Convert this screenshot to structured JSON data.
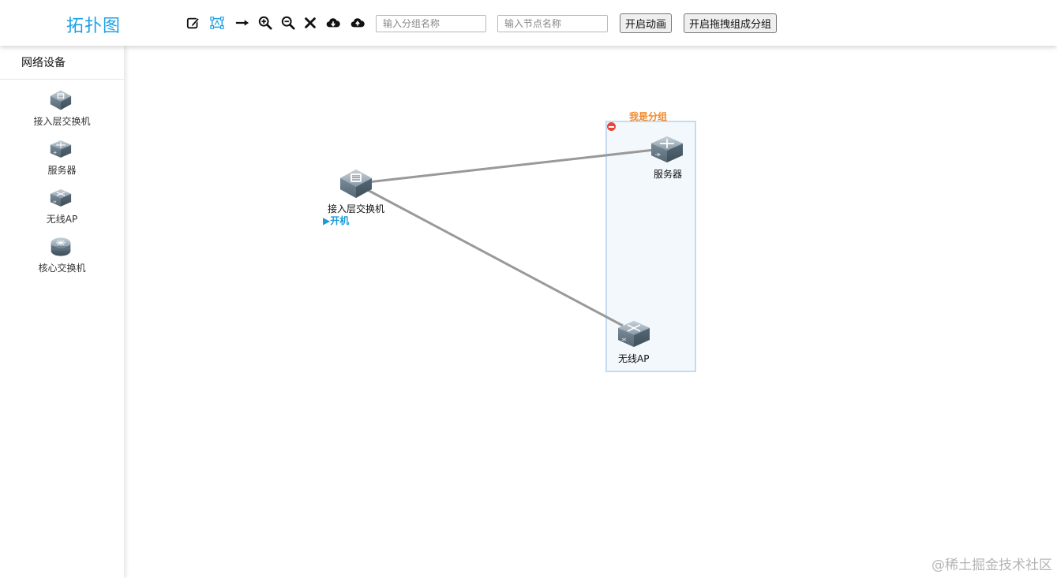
{
  "header": {
    "title": "拓扑图",
    "toolbar_icons": [
      "edit-icon",
      "select-frame-icon",
      "arrow-line-icon",
      "zoom-in-icon",
      "zoom-out-icon",
      "delete-icon",
      "cloud-download-icon",
      "cloud-upload-icon"
    ],
    "group_name_placeholder": "输入分组名称",
    "node_name_placeholder": "输入节点名称",
    "animation_button": "开启动画",
    "drag_group_button": "开启拖拽组成分组",
    "accent_color": "#1aa1e6"
  },
  "sidebar": {
    "title": "网络设备",
    "items": [
      {
        "label": "接入层交换机",
        "icon": "access-switch-icon"
      },
      {
        "label": "服务器",
        "icon": "server-icon"
      },
      {
        "label": "无线AP",
        "icon": "wireless-ap-icon"
      },
      {
        "label": "核心交换机",
        "icon": "core-switch-icon"
      }
    ]
  },
  "canvas": {
    "group": {
      "label": "我是分组",
      "label_color": "#f08a2c"
    },
    "nodes": [
      {
        "label": "接入层交换机",
        "icon": "access-switch-icon",
        "action": "▶开机"
      },
      {
        "label": "服务器",
        "icon": "server-icon"
      },
      {
        "label": "无线AP",
        "icon": "wireless-ap-icon"
      }
    ],
    "edge_color": "#999999"
  },
  "watermark": "@稀土掘金技术社区"
}
